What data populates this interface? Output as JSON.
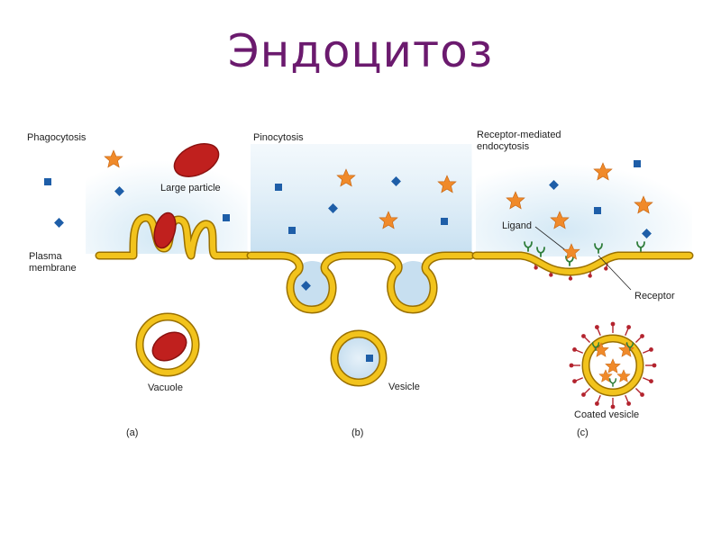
{
  "title": "Эндоцитоз",
  "panels": {
    "a": {
      "heading": "Phagocytosis",
      "large_particle": "Large particle",
      "plasma_line1": "Plasma",
      "plasma_line2": "membrane",
      "vacuole": "Vacuole",
      "letter": "(a)"
    },
    "b": {
      "heading": "Pinocytosis",
      "vesicle": "Vesicle",
      "letter": "(b)"
    },
    "c": {
      "heading_line1": "Receptor-mediated",
      "heading_line2": "endocytosis",
      "ligand": "Ligand",
      "receptor": "Receptor",
      "coated_vesicle": "Coated vesicle",
      "letter": "(c)"
    }
  },
  "colors": {
    "title": "#6b1a6e",
    "membrane": "#f2c31c",
    "membrane_edge": "#9a7000",
    "particle": "#c0201e",
    "molecule": "#1e5ea8",
    "ligand_star": "#f08a2a",
    "receptor": "#2e7d3a",
    "coat": "#b3232e",
    "fluid": "#cfe6f4"
  }
}
